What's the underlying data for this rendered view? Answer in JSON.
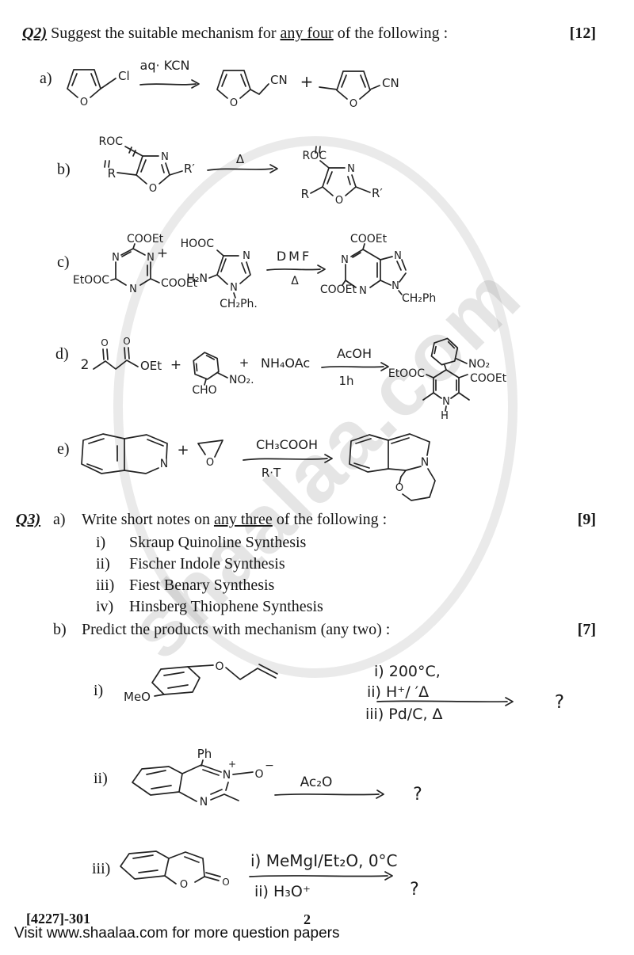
{
  "watermark": "shaalaa.com",
  "atoms": {
    "O": "O",
    "N": "N",
    "H": "H",
    "plus": "+",
    "q": "?"
  },
  "q2": {
    "label": "Q2)",
    "prompt_pre": "Suggest the suitable mechanism for ",
    "prompt_u": "any four",
    "prompt_post": " of the following :",
    "marks": "[12]",
    "items": {
      "a": "a)",
      "b": "b)",
      "c": "c)",
      "d": "d)",
      "e": "e)"
    }
  },
  "schemes": {
    "a": {
      "cl": "Cl",
      "reagent": "aq· KCN",
      "cn1": "CN",
      "cn2": "CN"
    },
    "b": {
      "roc1": "ROC",
      "r1": "R",
      "rp1": "R′",
      "delta": "Δ",
      "roc2": "ROC",
      "r2": "R",
      "rp2": "R′"
    },
    "c": {
      "cooet_top": "COOEt",
      "etooc": "EtOOC",
      "cooet_br": "COOEt",
      "hooc": "HOOC",
      "h2n": "H₂N",
      "ch2ph1": "CH₂Ph.",
      "dmf": "DMF",
      "delta": "Δ",
      "cooet_top2": "COOEt",
      "cooet_bl": "COOEt",
      "ch2ph2": "CH₂Ph"
    },
    "d": {
      "coeff": "2",
      "oet": "OEt",
      "cho": "CHO",
      "no2_a": "NO₂.",
      "nh4oac": "NH₄OAc",
      "acoh": "AcOH",
      "time": "1h",
      "etooc": "EtOOC",
      "no2_b": "NO₂",
      "cooet": "COOEt"
    },
    "e": {
      "reagent": "CH₃COOH",
      "rt": "R·T"
    },
    "i": {
      "meo": "MeO",
      "cond1": "i) 200°C,",
      "cond2": "ii) H⁺/ ′Δ",
      "cond3": "iii) Pd/C, Δ"
    },
    "ii": {
      "ph": "Ph",
      "minus": "−",
      "reagent": "Ac₂O"
    },
    "iii": {
      "cond1": "i) MeMgI/Et₂O, 0°C",
      "cond2": "ii) H₃O⁺"
    }
  },
  "q3": {
    "label": "Q3)",
    "a_label": "a)",
    "a_pre": "Write short notes on ",
    "a_u": "any three",
    "a_post": " of the following :",
    "a_marks": "[9]",
    "notes": [
      {
        "num": "i)",
        "text": "Skraup Quinoline Synthesis"
      },
      {
        "num": "ii)",
        "text": "Fischer Indole Synthesis"
      },
      {
        "num": "iii)",
        "text": "Fiest Benary Synthesis"
      },
      {
        "num": "iv)",
        "text": "Hinsberg Thiophene Synthesis"
      }
    ],
    "b_label": "b)",
    "b_text": "Predict the products with mechanism (any two) :",
    "b_marks": "[7]",
    "items": {
      "i": "i)",
      "ii": "ii)",
      "iii": "iii)"
    }
  },
  "footer": {
    "code": "[4227]-301",
    "page": "2",
    "visit": "Visit www.shaalaa.com for more question papers"
  }
}
